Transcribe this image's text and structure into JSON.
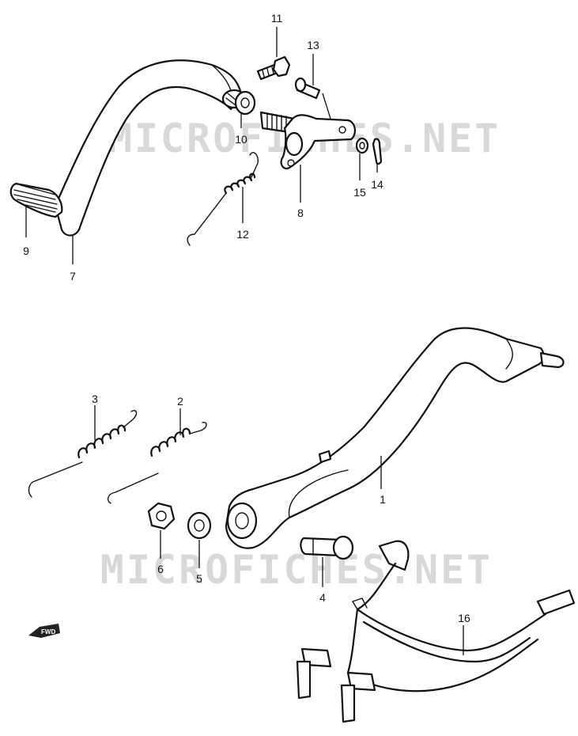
{
  "watermark": {
    "text": "MICROFICHES.NET"
  },
  "fwd_indicator": {
    "label": "FWD"
  },
  "callouts": [
    {
      "id": "p1",
      "label": "1"
    },
    {
      "id": "p2",
      "label": "2"
    },
    {
      "id": "p3",
      "label": "3"
    },
    {
      "id": "p4",
      "label": "4"
    },
    {
      "id": "p5",
      "label": "5"
    },
    {
      "id": "p6",
      "label": "6"
    },
    {
      "id": "p7",
      "label": "7"
    },
    {
      "id": "p8",
      "label": "8"
    },
    {
      "id": "p9",
      "label": "9"
    },
    {
      "id": "p10",
      "label": "10"
    },
    {
      "id": "p11",
      "label": "11"
    },
    {
      "id": "p12",
      "label": "12"
    },
    {
      "id": "p13",
      "label": "13"
    },
    {
      "id": "p14",
      "label": "14"
    },
    {
      "id": "p15",
      "label": "15"
    },
    {
      "id": "p16",
      "label": "16"
    }
  ]
}
